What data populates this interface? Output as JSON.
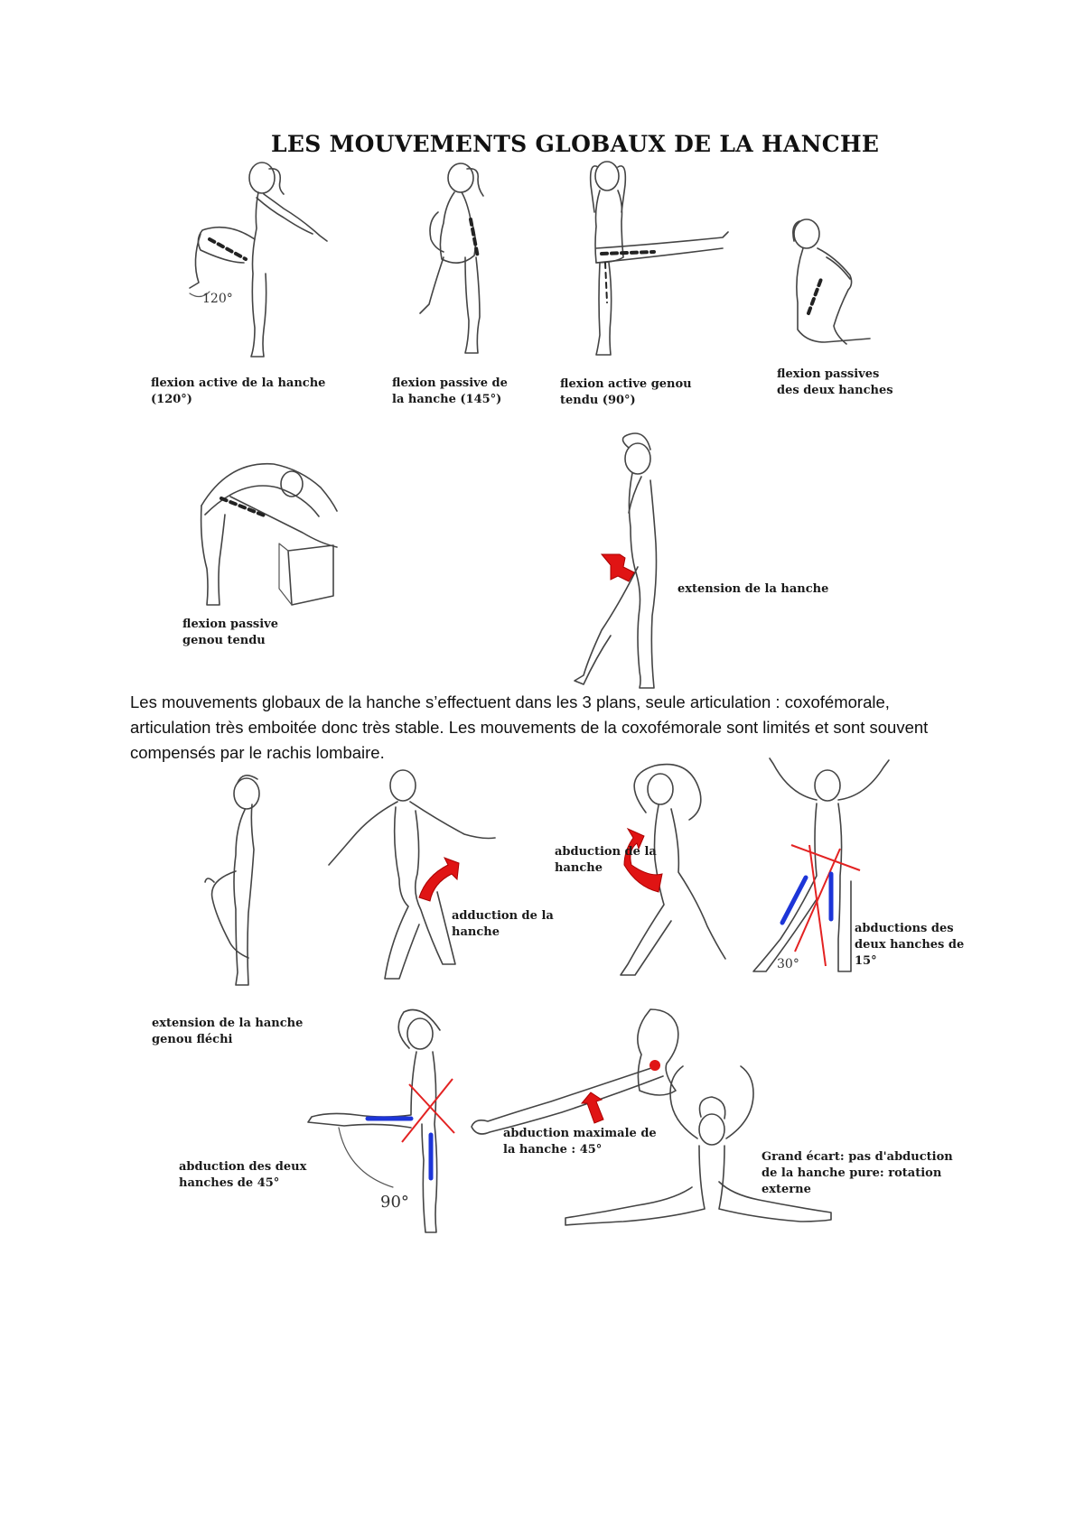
{
  "title": "LES MOUVEMENTS GLOBAUX DE LA HANCHE",
  "captions": {
    "c1": "flexion active de la hanche\n(120°)",
    "c2": "flexion passive de\nla hanche (145°)",
    "c3": "flexion active genou\ntendu (90°)",
    "c4": "flexion passives\ndes deux hanches",
    "c5": "flexion passive\ngenou tendu",
    "c6": "extension de la hanche",
    "c7": "adduction de la\nhanche",
    "c8": "abduction de la\nhanche",
    "c9": "abductions des\ndeux hanches de\n15°",
    "c10": "extension de la hanche\ngenou fléchi",
    "c11": "abduction des deux\nhanches de 45°",
    "c12": "abduction maximale de\nla hanche : 45°",
    "c13": "Grand écart: pas d'abduction\nde la hanche pure: rotation\nexterne"
  },
  "figure_labels": {
    "angle_120": "120°",
    "angle_30": "30°",
    "angle_90": "90°"
  },
  "paragraph": "Les mouvements globaux de la hanche s’effectuent dans les 3 plans, seule articulation : coxofémorale, articulation très emboitée donc très stable. Les mouvements de la coxofémorale sont limités et sont souvent compensés par le rachis lombaire.",
  "colors": {
    "arrow": "#e01414",
    "axis_red": "#e32222",
    "segment_blue": "#1d35d8"
  }
}
